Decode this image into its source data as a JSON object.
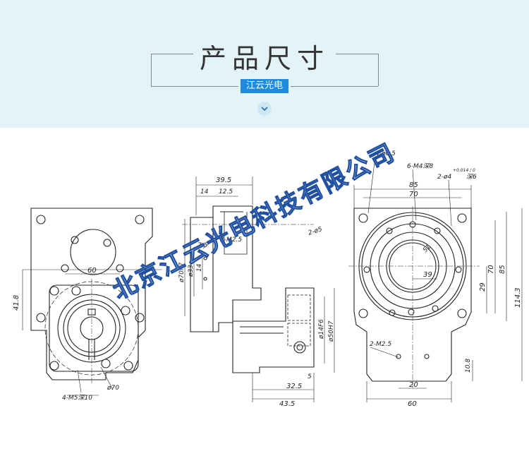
{
  "header": {
    "title": "产品尺寸",
    "brand_badge": "江云光电"
  },
  "watermark": "北京江云光电科技有限公司",
  "icons": {
    "chevron": "chevron-down-icon"
  },
  "colors": {
    "banner_bg": "#e4f3f8",
    "badge_bg": "#1d8ce0",
    "watermark_stroke": "#1f4fa0",
    "line": "#222222"
  },
  "dims": {
    "front": {
      "d60": "60",
      "d418": "41.8",
      "d70": "ø70",
      "m5": "4-M5深10"
    },
    "side": {
      "d395": "39.5",
      "d14": "14",
      "d125": "12.5",
      "d70h7": "ø70h7",
      "d33": "ø33",
      "d14b": "14",
      "d75": "7.5",
      "m25": "2-M2.5",
      "ph5": "2-ø5",
      "d14f6": "ø14F6",
      "d50h7": "ø50H7",
      "d5": "5",
      "d325": "32.5",
      "d435": "43.5"
    },
    "right": {
      "holes": "4-ø6.5",
      "m4": "6-M4深8",
      "pin": "2-ø4",
      "pin_tol": "+0.014 / 0",
      "pin_depth": "深6",
      "d85": "85",
      "d70": "70",
      "d51": "51",
      "d39": "39",
      "d29": "29",
      "d70v": "70",
      "d85v": "85",
      "d1143": "114.3",
      "m25b": "2-M2.5",
      "d20": "20",
      "d108": "10.8",
      "d60": "60"
    }
  }
}
